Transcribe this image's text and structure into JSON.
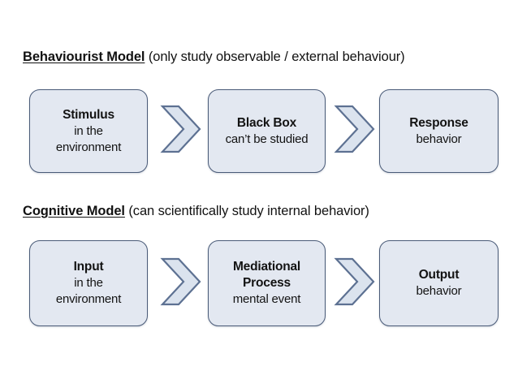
{
  "page": {
    "background": "#ffffff",
    "box_fill": "#e3e8f1",
    "box_border": "#4a5b78",
    "arrow_fill": "#dbe3ee",
    "arrow_border": "#5d7192",
    "text_color": "#131313"
  },
  "sections": [
    {
      "id": "behaviourist",
      "heading_strong": "Behaviourist Model",
      "heading_paren": " (only study observable / external behaviour)",
      "nodes": [
        {
          "title": "Stimulus",
          "sub_line_1": "in the",
          "sub_line_2": "environment"
        },
        {
          "title": "Black Box",
          "sub_line_1": "can’t be studied",
          "sub_line_2": ""
        },
        {
          "title": "Response",
          "sub_line_1": "behavior",
          "sub_line_2": ""
        }
      ],
      "arrows": [
        {
          "name": "chevron-right-icon"
        },
        {
          "name": "chevron-right-icon"
        }
      ]
    },
    {
      "id": "cognitive",
      "heading_strong": "Cognitive Model",
      "heading_paren": " (can scientifically study internal behavior)",
      "nodes": [
        {
          "title": "Input",
          "sub_line_1": "in the",
          "sub_line_2": "environment"
        },
        {
          "title": "Mediational",
          "title_line_2": "Process",
          "sub_line_1": "mental event",
          "sub_line_2": ""
        },
        {
          "title": "Output",
          "sub_line_1": "behavior",
          "sub_line_2": ""
        }
      ],
      "arrows": [
        {
          "name": "chevron-right-icon"
        },
        {
          "name": "chevron-right-icon"
        }
      ]
    }
  ]
}
